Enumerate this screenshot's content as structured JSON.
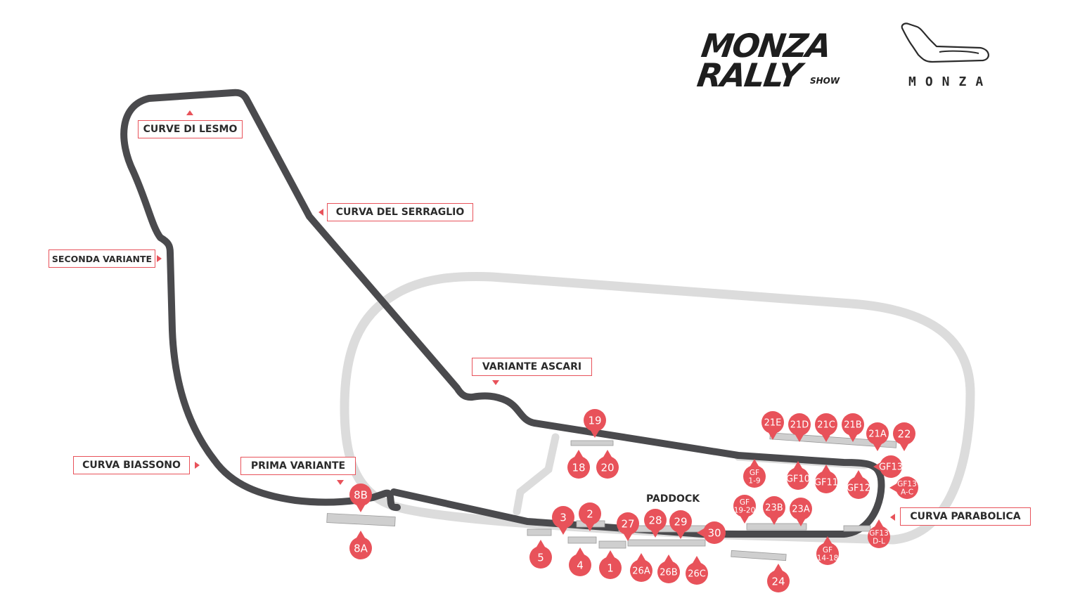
{
  "logos": {
    "rally_line1": "MONZA",
    "rally_line2": "RALLY",
    "rally_line3": "SHOW",
    "circuit_name": "MONZA"
  },
  "corners": {
    "curve_di_lesmo": "CURVE DI LESMO",
    "curva_del_serraglio": "CURVA DEL SERRAGLIO",
    "seconda_variante": "SECONDA VARIANTE",
    "variante_ascari": "VARIANTE ASCARI",
    "curva_biassono": "CURVA BIASSONO",
    "prima_variante": "PRIMA VARIANTE",
    "curva_parabolica": "CURVA PARABOLICA"
  },
  "paddock": "PADDOCK",
  "grandstands": [
    "19",
    "18",
    "20",
    "21E",
    "21D",
    "21C",
    "21B",
    "21A",
    "22",
    "GF13",
    "GF\n1-9",
    "GF10",
    "GF11",
    "GF12",
    "GF13\nA-C",
    "GF\n19-20",
    "23B",
    "23A",
    "GF13\nD-L",
    "GF\n14-18",
    "8B",
    "8A",
    "3",
    "2",
    "27",
    "28",
    "29",
    "30",
    "5",
    "4",
    "1",
    "26A",
    "26B",
    "26C",
    "24"
  ],
  "colors": {
    "track": "#4a4a4d",
    "oval": "#dcdcdc",
    "marker": "#e8525a",
    "label_border": "#e8525a",
    "stand": "#c8c8c8"
  }
}
